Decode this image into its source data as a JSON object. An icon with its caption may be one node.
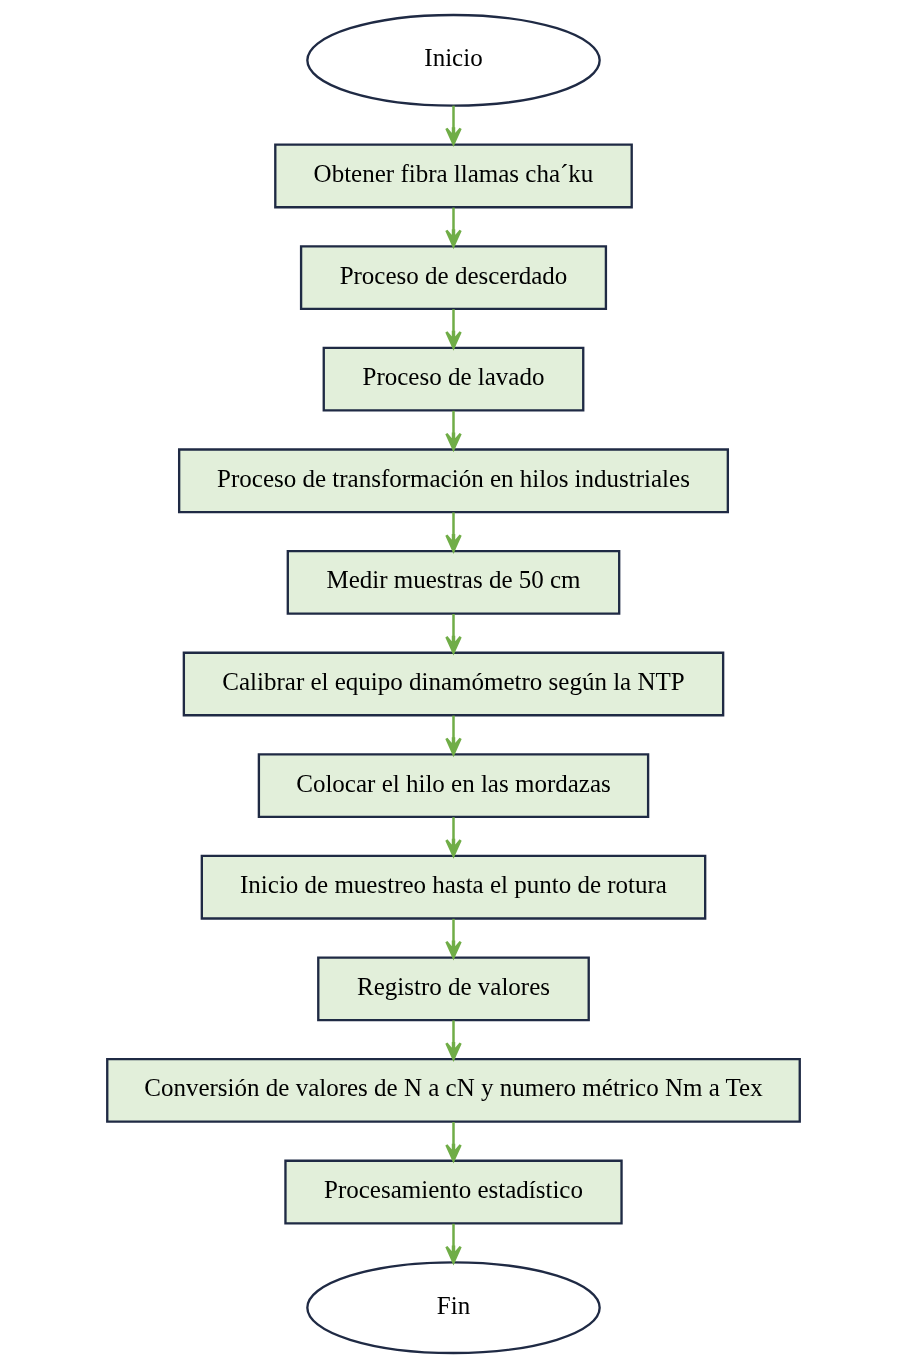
{
  "diagram": {
    "nodes": [
      {
        "text": [
          "Inicio"
        ]
      },
      {
        "text": [
          "Obtener fibra llamas cha´ku"
        ]
      },
      {
        "text": [
          "Proceso de descerdado"
        ]
      },
      {
        "text": [
          "Proceso de lavado"
        ]
      },
      {
        "text": [
          "Proceso de transformación en hilos industriales"
        ]
      },
      {
        "text": [
          "Medir muestras de 50 cm"
        ]
      },
      {
        "text": [
          "Calibrar el equipo dinamómetro según la NTP"
        ]
      },
      {
        "text": [
          "Colocar el hilo en las mordazas"
        ]
      },
      {
        "text": [
          "Inicio de muestreo hasta el punto de rotura"
        ]
      },
      {
        "text": [
          "Registro de valores"
        ]
      },
      {
        "text": [
          "Conversión de valores de N a cN y numero métrico Nm a Tex"
        ]
      },
      {
        "text": [
          "Procesamiento estadístico"
        ]
      },
      {
        "text": [
          "Fin"
        ]
      }
    ],
    "edges": [
      {
        "from": 0,
        "to": 1,
        "arrow": "to"
      },
      {
        "from": 1,
        "to": 2,
        "arrow": "to"
      },
      {
        "from": 2,
        "to": 3,
        "arrow": "to"
      },
      {
        "from": 3,
        "to": 4,
        "arrow": "to"
      },
      {
        "from": 4,
        "to": 5,
        "arrow": "to"
      },
      {
        "from": 5,
        "to": 6,
        "arrow": "to"
      },
      {
        "from": 6,
        "to": 7,
        "arrow": "to"
      },
      {
        "from": 7,
        "to": 8,
        "arrow": "to"
      },
      {
        "from": 8,
        "to": 9,
        "arrow": "to"
      },
      {
        "from": 9,
        "to": 10,
        "arrow": "to"
      },
      {
        "from": 10,
        "to": 11,
        "arrow": "to"
      },
      {
        "from": 11,
        "to": 12,
        "arrow": "to"
      }
    ]
  }
}
